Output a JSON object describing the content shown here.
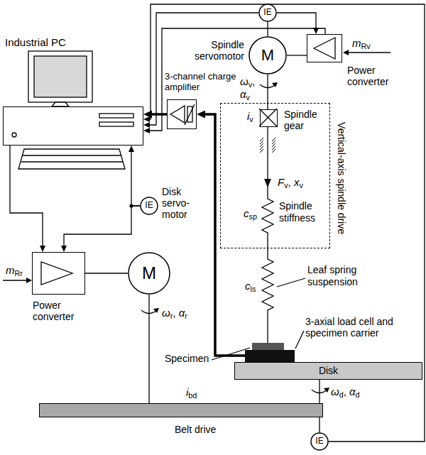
{
  "diagram": {
    "nodes": [
      {
        "text": [
          "Industrial PC"
        ]
      },
      {
        "text": [
          "IE"
        ]
      },
      {
        "text": [
          "M",
          "Spindle servomotor"
        ]
      },
      {
        "text": [
          "Power converter"
        ]
      },
      {
        "text": [
          "3-channel charge amplifier"
        ]
      },
      {
        "text": [
          "Vertical-axis spindle drive"
        ]
      },
      {
        "text": [
          "Spindle gear"
        ],
        "in": 5
      },
      {
        "text": [
          "Specimen"
        ]
      },
      {
        "text": [
          "3-axial load cell and specimen carrier"
        ]
      },
      {
        "text": [
          "Disk"
        ]
      },
      {
        "text": [
          "IE"
        ]
      },
      {
        "text": [
          "M",
          "Disk servo-motor"
        ]
      },
      {
        "text": [
          "Power converter"
        ]
      },
      {
        "text": [
          "Belt drive"
        ]
      },
      {
        "text": [
          "IE"
        ]
      }
    ],
    "edges": [
      {
        "from": 14,
        "to": 0,
        "arrow": "to"
      },
      {
        "from": 1,
        "to": 0,
        "arrow": "to"
      },
      {
        "from": 3,
        "to": 0,
        "arrow": "to"
      },
      {
        "from": 1,
        "to": 3,
        "arrow": "to"
      },
      {
        "from": 1,
        "to": 2,
        "arrow": "none"
      },
      {
        "from": 2,
        "to": 3,
        "arrow": "none"
      },
      {
        "from": 2,
        "to": 6,
        "arrow": "none"
      },
      {
        "from": 4,
        "to": 0,
        "arrow": "to"
      },
      {
        "from": 8,
        "to": 4,
        "arrow": "to"
      },
      {
        "from": 10,
        "to": 0,
        "arrow": "to"
      },
      {
        "from": 10,
        "to": 12,
        "arrow": "to"
      },
      {
        "from": 0,
        "to": 12,
        "arrow": "to"
      },
      {
        "from": 12,
        "to": 11,
        "arrow": "none"
      },
      {
        "from": 11,
        "to": 13,
        "arrow": "none"
      },
      {
        "from": 9,
        "to": 13,
        "arrow": "none"
      },
      {
        "from": 13,
        "to": 14,
        "arrow": "none"
      }
    ],
    "labels": [
      "mRv",
      "ωv, αv",
      "iv",
      "Fv, xv",
      "csp",
      "Spindle stiffness",
      "cls",
      "Leaf spring suspension",
      "mRr",
      "ωr, αr",
      "ibd",
      "ωd, αd"
    ]
  }
}
